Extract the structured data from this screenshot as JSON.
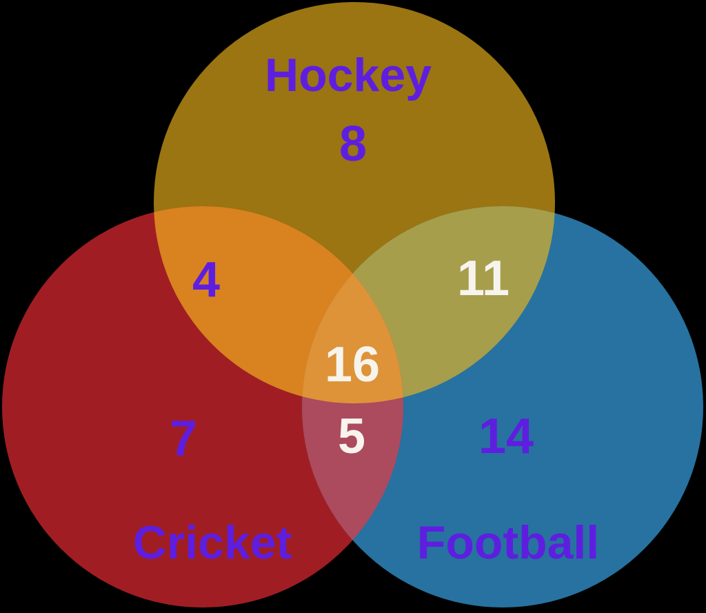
{
  "diagram": {
    "type": "venn",
    "background": "#000000",
    "text_colors": {
      "label_purple": "#5E1EE0",
      "value_white": "#F7F4EE"
    },
    "sets": [
      {
        "label": "Hockey",
        "value": "8",
        "circle_color": "#9A7512",
        "label_color": "#5E1EE0",
        "value_color": "#5E1EE0"
      },
      {
        "label": "Cricket",
        "value": "7",
        "circle_color": "#A01E23",
        "label_color": "#5E1EE0",
        "value_color": "#5E1EE0"
      },
      {
        "label": "Football",
        "value": "14",
        "circle_color": "#2772A0",
        "label_color": "#5E1EE0",
        "value_color": "#5E1EE0"
      }
    ],
    "intersections": [
      {
        "sets": "Hockey ∩ Cricket",
        "value": "4",
        "region_color": "#D8831F",
        "value_color": "#5E1EE0"
      },
      {
        "sets": "Hockey ∩ Football",
        "value": "11",
        "region_color": "#A69E4B",
        "value_color": "#F7F4EE"
      },
      {
        "sets": "Cricket ∩ Football",
        "value": "5",
        "region_color": "#AC4A5E",
        "value_color": "#F7F4EE"
      },
      {
        "sets": "Hockey ∩ Cricket ∩ Football",
        "value": "16",
        "region_color": "#DE9338",
        "value_color": "#F7F4EE"
      }
    ]
  }
}
